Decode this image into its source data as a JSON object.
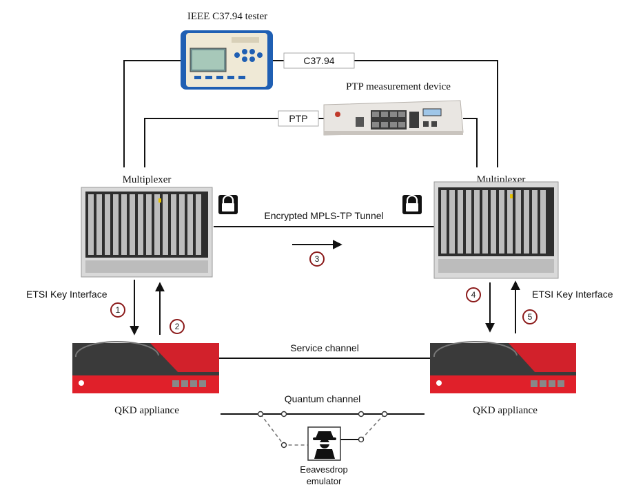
{
  "devices": {
    "tester": {
      "title": "IEEE C37.94 tester"
    },
    "ptp_device": {
      "title": "PTP measurement device"
    },
    "mux_left": {
      "title": "Multiplexer"
    },
    "mux_right": {
      "title": "Multiplexer"
    },
    "qkd_left": {
      "title": "QKD appliance"
    },
    "qkd_right": {
      "title": "QKD appliance"
    },
    "eavesdrop": {
      "title_line1": "Eeavesdrop",
      "title_line2": "emulator"
    }
  },
  "links": {
    "c3794": "C37.94",
    "ptp": "PTP",
    "tunnel": "Encrypted MPLS-TP Tunnel",
    "service": "Service channel",
    "quantum": "Quantum channel",
    "etsi_left": "ETSI Key Interface",
    "etsi_right": "ETSI Key Interface"
  },
  "steps": [
    "1",
    "2",
    "3",
    "4",
    "5"
  ],
  "colors": {
    "step_circle": "#8b1a1a",
    "qkd_red": "#e0202a",
    "qkd_dark": "#3a3a3a",
    "tester_blue": "#1f5fb3",
    "lock_bg": "#111111"
  }
}
